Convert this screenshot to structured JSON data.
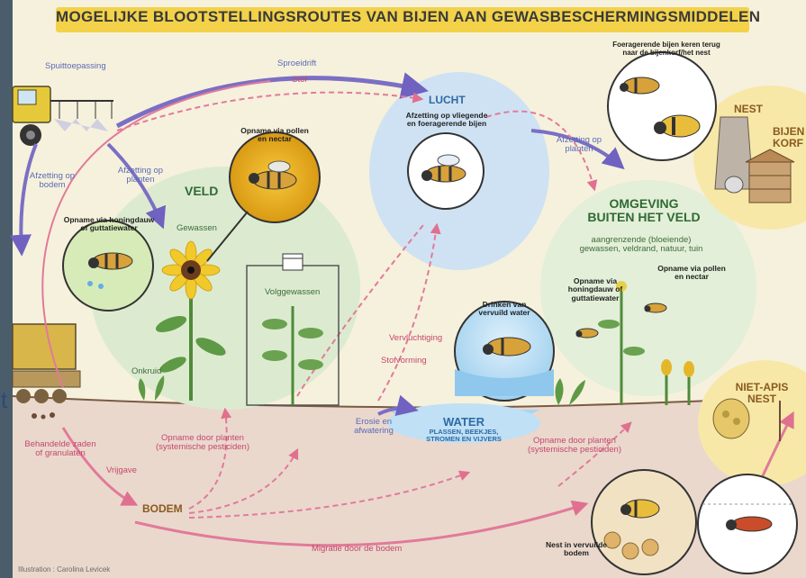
{
  "title": "MOGELIJKE BLOOTSTELLINGSROUTES VAN BIJEN AAN GEWASBESCHERMINGSMIDDELEN",
  "labels": {
    "spuittoepassing": "Spuittoepassing",
    "sproeidrift": "Sproeidrift",
    "stof": "Stof",
    "lucht": "LUCHT",
    "afzetting_vliegende_1": "Afzetting op vliegende",
    "afzetting_vliegende_2": "en foeragerende bijen",
    "afzetting_planten_rechts_1": "Afzetting op",
    "afzetting_planten_rechts_2": "planten",
    "foeragerende_terug_1": "Foeragerende bijen keren terug",
    "foeragerende_terug_2": "naar de bijenkorf/het nest",
    "nest": "NEST",
    "bijenkorf_1": "BIJEN",
    "bijenkorf_2": "KORF",
    "afzetting_bodem_1": "Afzetting op",
    "afzetting_bodem_2": "bodem",
    "afzetting_planten_links_1": "Afzetting op",
    "afzetting_planten_links_2": "planten",
    "opname_pollen_1": "Opname via pollen",
    "opname_pollen_2": "en nectar",
    "veld": "VELD",
    "gewassen": "Gewassen",
    "honingdauw_1": "Opname via honingdauw",
    "honingdauw_2": "of guttatiewater",
    "volggewassen": "Volggewassen",
    "onkruid": "Onkruid",
    "omgeving_1": "OMGEVING",
    "omgeving_2": "BUITEN HET VELD",
    "aangrenzende_1": "aangrenzende (bloeiende)",
    "aangrenzende_2": "gewassen, veldrand, natuur, tuin",
    "opname_honingdauw_r_1": "Opname via",
    "opname_honingdauw_r_2": "honingdauw of",
    "opname_honingdauw_r_3": "guttatiewater",
    "opname_pollen_r_1": "Opname via pollen",
    "opname_pollen_r_2": "en nectar",
    "drinken_1": "Drinken van",
    "drinken_2": "vervuild water",
    "vervluchtiging": "Vervluchtiging",
    "stofvorming": "Stofvorming",
    "erosie_1": "Erosie en",
    "erosie_2": "afwatering",
    "water": "WATER",
    "water_sub_1": "PLASSEN, BEEKJES,",
    "water_sub_2": "STROMEN EN VIJVERS",
    "opname_planten_r_1": "Opname door planten",
    "opname_planten_r_2": "(systemische pesticiden)",
    "niet_apis_1": "NIET-APIS",
    "niet_apis_2": "NEST",
    "behandelde_1": "Behandelde zaden",
    "behandelde_2": "of granulaten",
    "vrijgave": "Vrijgave",
    "opname_planten_l_1": "Opname door planten",
    "opname_planten_l_2": "(systemische pesticiden)",
    "bodem": "BODEM",
    "migratie": "Migratie door de bodem",
    "nest_vervuilde_1": "Nest in vervuilde",
    "nest_vervuilde_2": "bodem",
    "illustration": "Illustration : Carolina Levicek",
    "edge_char": "t"
  },
  "colors": {
    "paper": "#f6f1dc",
    "soil": "#e8d9cf",
    "field_green": "#dcebd0",
    "air_blue": "#c9ddf0",
    "arrow_purple": "#7b6fc4",
    "arrow_pink": "#e27a9a",
    "title_bar": "#f3d24a",
    "nest_yellow": "#f7e6a0"
  }
}
